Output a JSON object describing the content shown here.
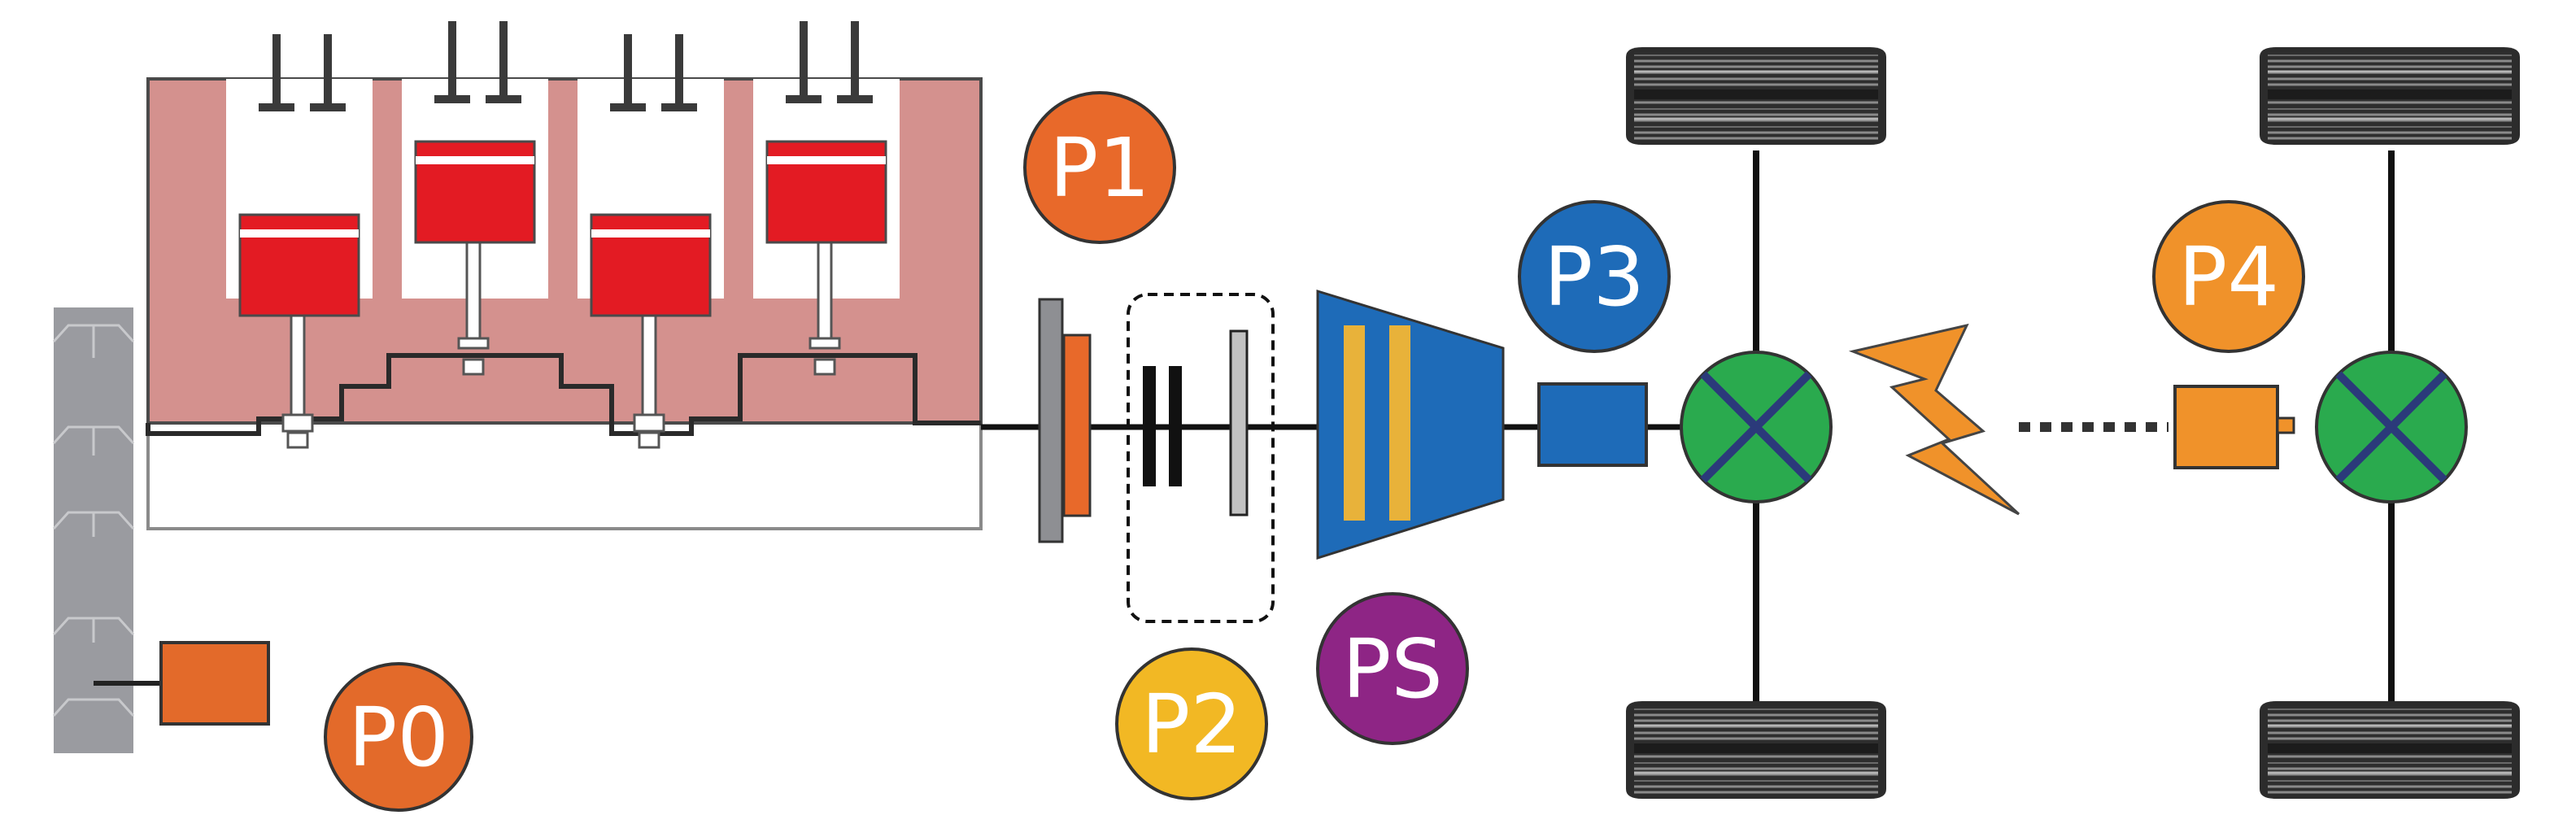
{
  "labels": {
    "p0": "P0",
    "p1": "P1",
    "p2": "P2",
    "p3": "P3",
    "p4": "P4",
    "ps": "PS"
  },
  "colors": {
    "engine_block": "#d4918e",
    "piston_red": "#e31b23",
    "p0_orange": "#e36a2a",
    "p1_orange": "#e8692a",
    "p2_yellow": "#f2b824",
    "p3_blue": "#1e6bb8",
    "p4_orange": "#f0922a",
    "ps_purple": "#8e2585",
    "differential_green": "#2aaa4e",
    "differential_cross": "#2b3a7a",
    "transmission_blue": "#1e6bb8",
    "transmission_gear": "#e8b23a",
    "pulley_gray": "#9a9ba0",
    "tire_dark": "#2a2a2a"
  },
  "icons": [
    "lightning-icon",
    "tire-icon",
    "differential-icon"
  ]
}
